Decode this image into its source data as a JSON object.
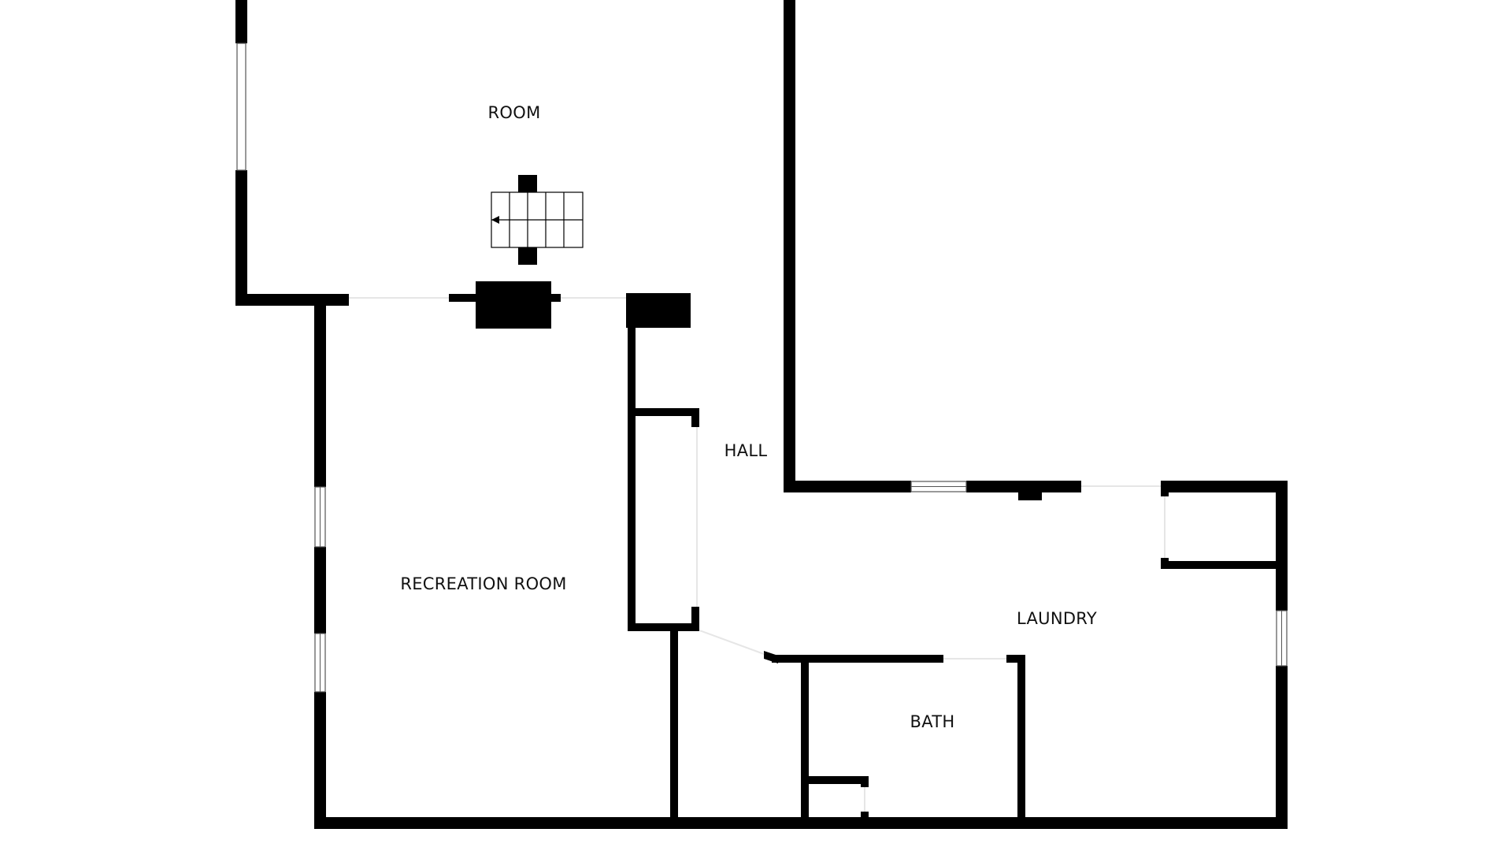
{
  "floor_plan": {
    "rooms": {
      "room": "ROOM",
      "recreation_room": "RECREATION ROOM",
      "hall": "HALL",
      "laundry": "LAUNDRY",
      "bath": "BATH"
    },
    "colors": {
      "wall": "#000000",
      "background": "#ffffff"
    },
    "stair_direction": "left"
  }
}
